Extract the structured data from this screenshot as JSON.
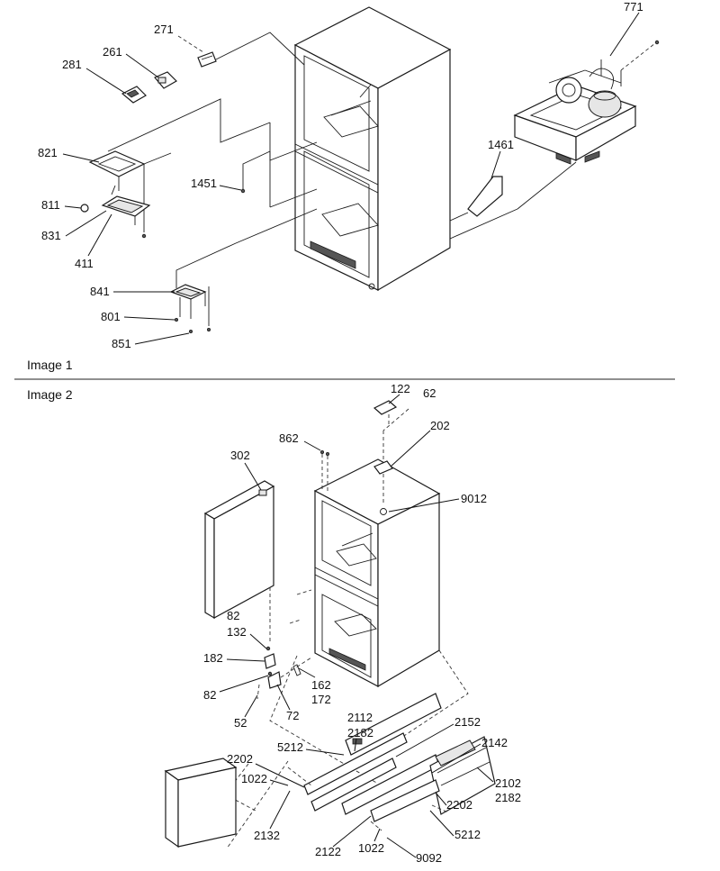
{
  "panels": [
    {
      "caption": "Image 1",
      "callouts": [
        "771",
        "271",
        "261",
        "281",
        "821",
        "811",
        "831",
        "411",
        "1451",
        "1461",
        "841",
        "801",
        "851"
      ]
    },
    {
      "caption": "Image 2",
      "callouts": [
        "122",
        "62",
        "862",
        "202",
        "302",
        "9012",
        "82",
        "132",
        "182",
        "82",
        "162",
        "172",
        "52",
        "72",
        "2112",
        "2182",
        "2152",
        "5212",
        "2202",
        "2142",
        "1022",
        "2102",
        "2182",
        "2202",
        "5212",
        "2132",
        "2122",
        "1022",
        "9092"
      ]
    }
  ]
}
